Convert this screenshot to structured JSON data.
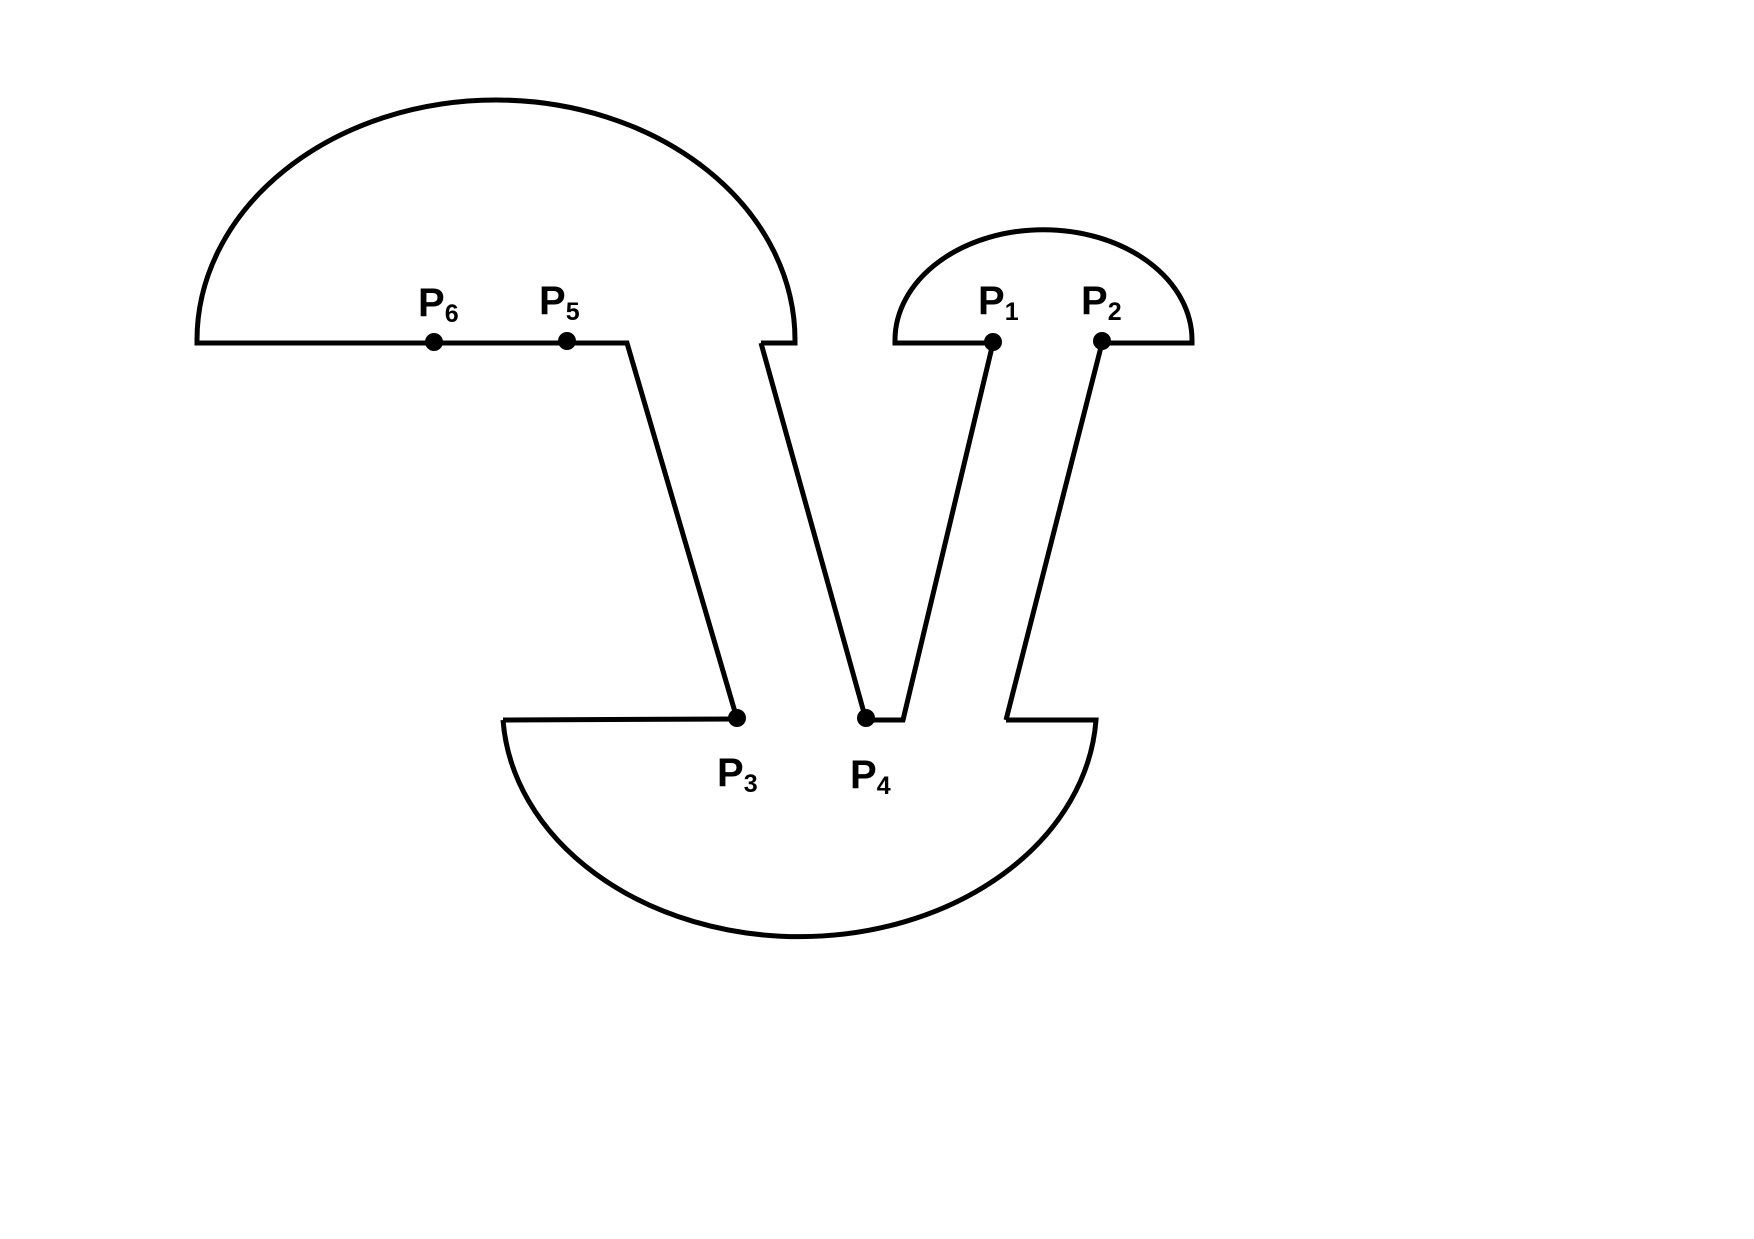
{
  "colors": {
    "stroke": "#000000",
    "background": "#ffffff"
  },
  "points": [
    {
      "id": "p1",
      "label": "P",
      "sub": "1"
    },
    {
      "id": "p2",
      "label": "P",
      "sub": "2"
    },
    {
      "id": "p3",
      "label": "P",
      "sub": "3"
    },
    {
      "id": "p4",
      "label": "P",
      "sub": "4"
    },
    {
      "id": "p5",
      "label": "P",
      "sub": "5"
    },
    {
      "id": "p6",
      "label": "P",
      "sub": "6"
    }
  ]
}
